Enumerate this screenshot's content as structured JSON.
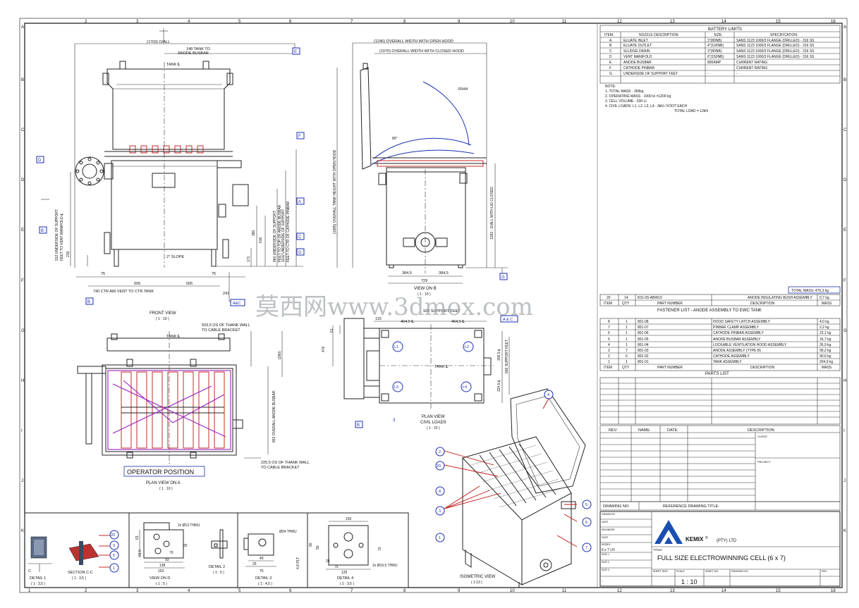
{
  "border": {
    "columns": [
      "1",
      "2",
      "3",
      "4",
      "5",
      "6",
      "7",
      "8",
      "9",
      "10",
      "11",
      "12",
      "13",
      "14",
      "15",
      "16"
    ],
    "rows": [
      "A",
      "B",
      "C",
      "D",
      "E",
      "F",
      "G",
      "H",
      "I",
      "J",
      "K"
    ]
  },
  "watermark": "莫西网www.3dmox.com",
  "battery": {
    "title": "BATTERY LIMITS",
    "headers": [
      "ITEM:",
      "NOZZLE DESCRIPTION:",
      "SIZE:",
      "SPECIFICATION:"
    ],
    "rows": [
      [
        "A",
        "ELUATE INLET",
        "3\"(80NB)",
        "SANS 1123 1000/3 FLANGE (DRILLED) - 316 SS"
      ],
      [
        "B",
        "ELUATE OUTLET",
        "4\"(100NB)",
        "SANS 1123 1000/3 FLANGE (DRILLED) - 316 SS"
      ],
      [
        "C",
        "SLUDGE DRAIN",
        "3\"(80NB)",
        "SANS 1123 1000/3 FLANGE (DRILLED) - 316 SS"
      ],
      [
        "D",
        "VENT MANIFOLD",
        "6\"(150NB)",
        "SANS 1123 1000/3 FLANGE (DRILLED) - 316 SS"
      ],
      [
        "E",
        "ANODE BUSBAR",
        "800AMP",
        "CURRENT RATING"
      ],
      [
        "F",
        "CATHODE PINBAR",
        "-",
        "CURRENT RATING"
      ],
      [
        "G",
        "UNDERSIDE OF SUPPORT FEET",
        "-",
        "-"
      ]
    ]
  },
  "notes": {
    "title": "NOTE:",
    "lines": [
      "1. TOTAL MASS - 365kg",
      "2. OPERATING MASS - 1000 to ±1200 kg",
      "3. CELL VOLUME - 530 Lt",
      "4. CIVIL LOADS: L1, L2, L3, L4 - 3kN / FOOT EACH",
      "TOTAL LOAD = 12kN"
    ]
  },
  "total_mass": "TOTAL MASS: 470,3 kg",
  "anode_row": {
    "cells": [
      "20",
      "14",
      "K01-05-ABW10",
      "ANODE INSULATING BUSH ASSEMBLY",
      "0,7 kg"
    ]
  },
  "parts_header": [
    "ITEM",
    "QTY",
    "PART NUMBER",
    "DESCRIPTION",
    "MASS"
  ],
  "fastener_title": "FASTENER LIST - ANODE ASSEMBLY TO EWC TANK",
  "bom": [
    [
      "8",
      "1",
      "801-08",
      "HOOD SAFETY LATCH ASSEMBLY",
      "4,0 kg"
    ],
    [
      "7",
      "1",
      "801-07",
      "PINBAR CLAMP ASSEMBLY",
      "2,2 kg"
    ],
    [
      "6",
      "1",
      "801-06",
      "CATHODE PINBAR ASSEMBLY",
      "22,1 kg"
    ],
    [
      "5",
      "1",
      "801-05",
      "ANODE BUSBAR ASSEMBLY",
      "16,7 kg"
    ],
    [
      "4",
      "1",
      "801-04",
      "LOCKABLE VENTILATION HOOD ASSEMBLY",
      "35,9 kg"
    ],
    [
      "3",
      "7",
      "801-03",
      "ANODE ASSEMBLY (TYPE B)",
      "99,2 kg"
    ],
    [
      "2",
      "6",
      "801-02",
      "CATHODE ASSEMBLY",
      "90,6 kg"
    ],
    [
      "1",
      "1",
      "801-01",
      "TANK ASSEMBLY",
      "204,9 kg"
    ]
  ],
  "parts_list_title": "PARTS LIST",
  "rev_headers": [
    "REV:",
    "NAME:",
    "DATE:",
    "DESCRIPTION:"
  ],
  "client_label": "CLIENT",
  "project_label": "PROJECT",
  "drawing_no_label": "DRAWING NO:",
  "ref_title_label": "REFERENCE DRAWING TITLE:",
  "title_block": {
    "left_labels": [
      "DRAWN BY",
      "DATE",
      "ENGINEER",
      "DATE",
      "MODEL:",
      "SIZE 1",
      "SIZE 2",
      "SIZE 3"
    ],
    "model": "6 x 7 LH",
    "company": "KEMIX",
    "company_suffix": "(PTY) LTD",
    "title_label": "TITLE:",
    "title": "FULL SIZE ELECTROWINNING CELL (6 x 7)",
    "bottom_labels": [
      "SHEET SIZE",
      "SCALE",
      "SHEET NO.",
      "DRAWING NO.",
      "REV"
    ],
    "scale": "1 : 10",
    "size_label": "-"
  },
  "views": {
    "front": {
      "title": "FRONT VIEW",
      "scale": "( 1 : 10 )"
    },
    "viewB": {
      "title": "VIEW ON B",
      "scale": "( 1 : 10 )"
    },
    "planA": {
      "title": "PLAN VIEW ON A",
      "scale": "( 1 : 10 )",
      "operator": "OPERATOR POSITION"
    },
    "planCivil": {
      "title": "PLAN VIEW",
      "title2": "CIVIL LOADS",
      "scale": "( 1 : 10 )"
    },
    "iso": {
      "title": "ISOMETRIC VIEW",
      "scale": "( 1:13 )"
    },
    "detail1": {
      "title": "DETAIL 1",
      "scale": "( 1 : 3,5 )"
    },
    "sectionCC": {
      "title": "SECTION C-C",
      "scale": "( 1 : 3,5 )"
    },
    "viewD": {
      "title": "VIEW ON D",
      "scale": "( 1 : 5 )"
    },
    "detail2": {
      "title": "DETAIL 2",
      "scale": "( 1 : 5 )"
    },
    "detail3": {
      "title": "DETAIL 3",
      "scale": "( 1 : 4,5 )"
    },
    "detail4": {
      "title": "DETAIL 4",
      "scale": "( 1 : 3,5 )"
    }
  },
  "dims": {
    "overall": "(1703) O/ALL",
    "tank_busbar": "148 TANK TO",
    "tank_busbar2": "ANODE BUSBAR",
    "tank_cl": "TANK ℄",
    "slope": "2° SLOPE",
    "d75a": "75",
    "d505a": "505",
    "d505b": "505",
    "d75b": "75",
    "d241": "241",
    "ctr": "740 CTR AIR VENT TO CTR TANK",
    "v912": "912 UNDERSIDE OF SUPPORT",
    "v912b": "FEET TO VENT MANIFOLD ℄",
    "v215": "215",
    "v860": "860 UNDERSIDE OF SUPPORT",
    "v860b": "FEET TO TOP OF ANODE BUSBAR",
    "v1102": "1102 UNDERSIDE OF SUPPORT",
    "v1102b": "FEET TO CTR OF CATHODE PINBAR",
    "v380": "380",
    "v616": "616",
    "v171": "171",
    "hood_open": "(1246) OVERALL WIDTH WITH OPEN HOOD",
    "hood_closed": "(1070) OVERALL WIDTH WITH CLOSED HOOD",
    "r944": "R944",
    "ang": "80°",
    "v1985": "(1985) OVERALL TANK HEIGHT WITH OPEN HOOD",
    "v1282": "1282 - O/ALL WITH LID CLOSED",
    "b3845a": "384,5",
    "b3845b": "384,5",
    "b729": "729",
    "p503": "503,5 OS OF THANK WALL",
    "p503b": "TO CABLE BRACKET",
    "p225": "225,5 OS OF THANK WALL",
    "p225b": "TO CABLE BRACKET",
    "p863": "863 OVERALL ANODE BUSBAR",
    "p280": "(280)",
    "sf": "929 SUPPORT FEET",
    "c115": "115",
    "c4645a": "464,5 ℄",
    "c4645b": "464,5 ℄",
    "c476": "476",
    "c61": "61",
    "c3095": "309,5 ℄",
    "c3245": "324,5 ℄",
    "c666": "666 SUPPORT FEET",
    "tank_cl2": "TANK ℄",
    "d_thru1": "2x Ø13 THRU",
    "d63": "63",
    "d25": "25",
    "d70": "70",
    "d93": "93",
    "d138": "138",
    "d153": "153",
    "d315": "31,5",
    "d24": "Ø24 THRU",
    "d40": "40",
    "d25b": "25",
    "d75c": "75",
    "d48": "4,8 PLT",
    "d150": "150",
    "d90": "90",
    "d50": "50",
    "d70b": "70",
    "d25c": "25",
    "d75d": "75",
    "d125": "125",
    "d165": "2x Ø16,5 THRU"
  },
  "flags": {
    "E": "E",
    "F": "F",
    "D": "D",
    "B": "B",
    "C": "C",
    "A": "A",
    "G": "G",
    "AC": "A&C",
    "AC2": "A & C",
    "B2": "B",
    "G2": "G",
    "B3": "B"
  },
  "balloons": {
    "b20": "20",
    "b3": "3",
    "b5": "5",
    "b1": "1",
    "L1": "L1",
    "L2": "L2",
    "L3": "L3",
    "L4": "L4",
    "n3": "3",
    "i2": "2",
    "i20": "20",
    "i8": "8",
    "i3": "3",
    "i1": "1",
    "i4": "4",
    "i5": "5",
    "i6": "6",
    "i7": "7",
    "c": "C",
    "c2": "C"
  }
}
